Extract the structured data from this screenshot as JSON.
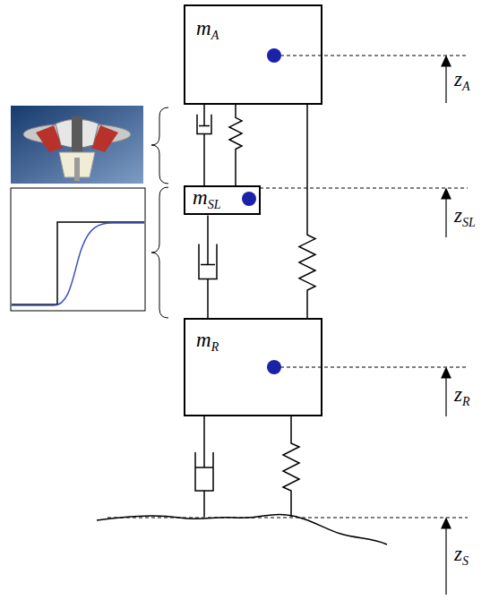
{
  "diagram": {
    "nodes": [
      {
        "text": [
          "mA"
        ]
      },
      {
        "text": [
          "mSL"
        ]
      },
      {
        "text": [
          "mR"
        ]
      }
    ],
    "edges": [
      {
        "from": 0,
        "to": 1,
        "arrow": "none"
      },
      {
        "from": 0,
        "to": 1,
        "arrow": "none"
      },
      {
        "from": 1,
        "to": 2,
        "arrow": "none"
      },
      {
        "from": 0,
        "to": 2,
        "arrow": "none"
      }
    ],
    "labels": [
      "zA",
      "zSL",
      "zR",
      "zS"
    ]
  }
}
